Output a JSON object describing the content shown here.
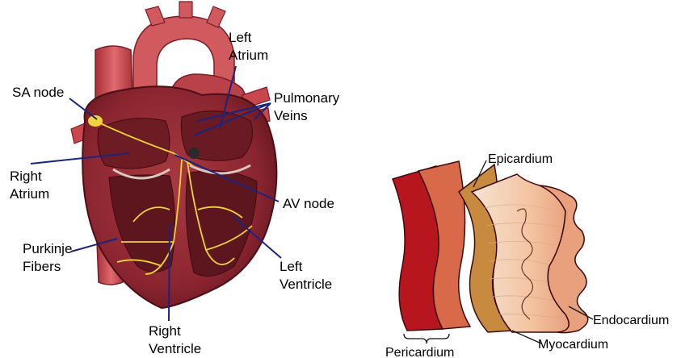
{
  "colors": {
    "leader_line": "#1a237e",
    "heart_outer": "#b03a3e",
    "heart_inner": "#6e1c24",
    "vessel": "#c9474c",
    "conduction": "#f1d33a",
    "pericardium_outer": "#b8161f",
    "pericardium_inner": "#d86a4a",
    "epicardium": "#c88a3e",
    "myocardium": "#f3c9a8",
    "endocardium": "#e9a07c"
  },
  "heart_labels": {
    "left_atrium": [
      "Left",
      "Atrium"
    ],
    "sa_node": [
      "SA node"
    ],
    "pulmonary_veins": [
      "Pulmonary",
      "Veins"
    ],
    "right_atrium": [
      "Right",
      "Atrium"
    ],
    "av_node": [
      "AV node"
    ],
    "purkinje_fibers": [
      "Purkinje",
      "Fibers"
    ],
    "left_ventricle": [
      "Left",
      "Ventricle"
    ],
    "right_ventricle": [
      "Right",
      "Ventricle"
    ]
  },
  "wall_labels": {
    "epicardium": "Epicardium",
    "endocardium": "Endocardium",
    "myocardium": "Myocardium",
    "pericardium": "Pericardium"
  }
}
